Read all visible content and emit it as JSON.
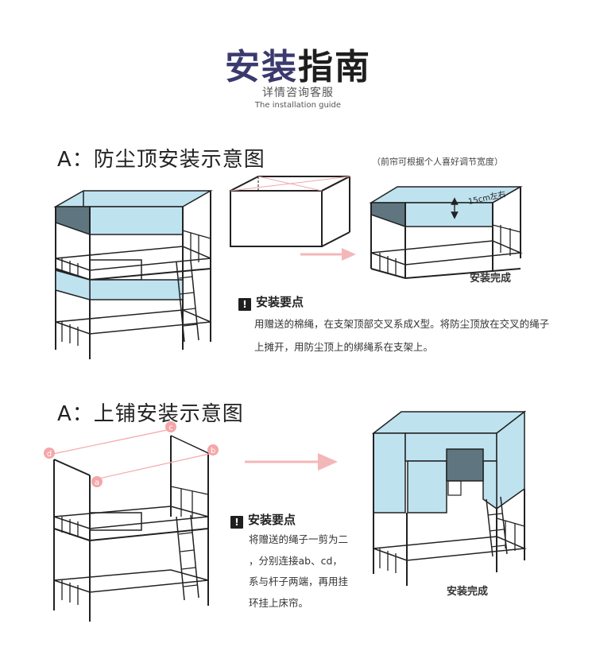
{
  "header": {
    "title_part1": "安装",
    "title_part2": "指南",
    "subtitle_cn": "详情咨询客服",
    "subtitle_en": "The installation guide"
  },
  "section1": {
    "title": "A：防尘顶安装示意图",
    "note": "（前帘可根据个人喜好调节宽度）",
    "measure_label": "15cm左右",
    "done_label": "安装完成",
    "tip_heading": "安装要点",
    "tip_text": "用赠送的棉绳，在支架顶部交叉系成X型。将防尘顶放在交叉的绳子上摊开，用防尘顶上的绑绳系在支架上。"
  },
  "section2": {
    "title": "A：上铺安装示意图",
    "corner_labels": [
      "a",
      "b",
      "c",
      "d"
    ],
    "done_label": "安装完成",
    "tip_heading": "安装要点",
    "tip_lines": [
      "将赠送的绳子一剪为二",
      "，分别连接ab、cd，",
      "系与杆子两端，再用挂",
      "环挂上床帘。"
    ]
  },
  "colors": {
    "title_accent": "#3b3a6e",
    "curtain": "#bfe2ef",
    "curtain_dark": "#5f7680",
    "arrow": "#f4b7b9",
    "corner_marker": "#f4a6a9"
  }
}
